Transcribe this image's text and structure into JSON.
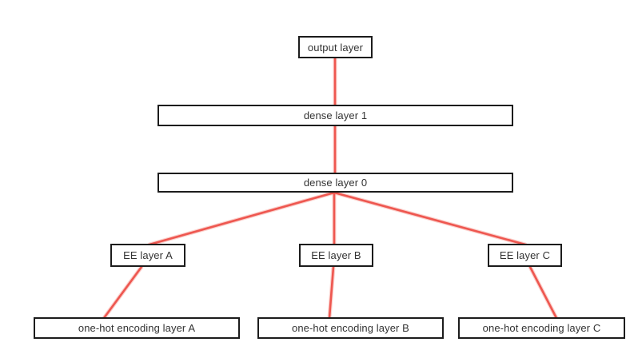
{
  "diagram": {
    "nodes": {
      "output_layer": {
        "label": "output layer"
      },
      "dense_layer_1": {
        "label": "dense layer 1"
      },
      "dense_layer_0": {
        "label": "dense layer 0"
      },
      "ee_layer_a": {
        "label": "EE layer A"
      },
      "ee_layer_b": {
        "label": "EE layer B"
      },
      "ee_layer_c": {
        "label": "EE layer C"
      },
      "one_hot_encoding_layer_a": {
        "label": "one-hot encoding layer A"
      },
      "one_hot_encoding_layer_b": {
        "label": "one-hot encoding layer B"
      },
      "one_hot_encoding_layer_c": {
        "label": "one-hot encoding layer C"
      }
    },
    "edges": [
      {
        "from": "output_layer",
        "to": "dense_layer_1"
      },
      {
        "from": "dense_layer_1",
        "to": "dense_layer_0"
      },
      {
        "from": "dense_layer_0",
        "to": "ee_layer_a"
      },
      {
        "from": "dense_layer_0",
        "to": "ee_layer_b"
      },
      {
        "from": "dense_layer_0",
        "to": "ee_layer_c"
      },
      {
        "from": "ee_layer_a",
        "to": "one_hot_encoding_layer_a"
      },
      {
        "from": "ee_layer_b",
        "to": "one_hot_encoding_layer_b"
      },
      {
        "from": "ee_layer_c",
        "to": "one_hot_encoding_layer_c"
      }
    ],
    "colors": {
      "edge": "#ee5750",
      "edge_halo": "#f8a9a3",
      "box_border": "#1c1c1c",
      "box_fill": "#ffffff",
      "text": "#333333",
      "background": "#ffffff"
    }
  }
}
